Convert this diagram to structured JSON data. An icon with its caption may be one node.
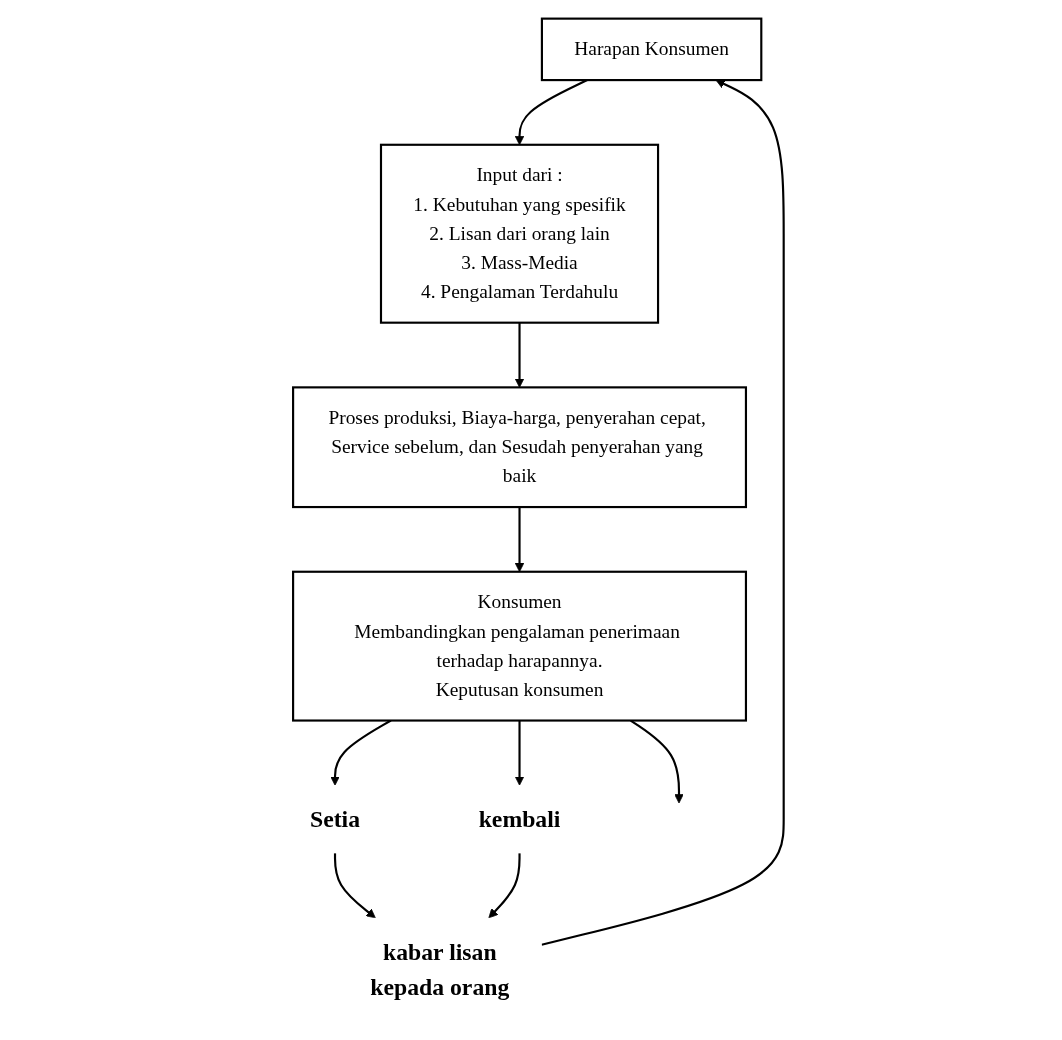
{
  "diagram": {
    "nodes": [
      {
        "text": [
          "Harapan Konsumen"
        ]
      },
      {
        "text": [
          "Input dari :",
          "1. Kebutuhan yang spesifik",
          "2. Lisan dari orang lain",
          "3. Mass-Media",
          "4. Pengalaman Terdahulu"
        ]
      },
      {
        "text": [
          "Proses produksi, Biaya-harga, penyerahan cepat, Service sebelum, dan Sesudah penyerahan yang baik"
        ]
      },
      {
        "text": [
          "Konsumen",
          "Membandingkan pengalaman penerimaan terhadap harapannya.",
          "Keputusan konsumen"
        ]
      },
      {
        "text": [
          "Setia"
        ]
      },
      {
        "text": [
          "kembali"
        ]
      },
      {
        "text": [
          "kabar lisan",
          "kepada orang"
        ]
      }
    ],
    "edges": [
      {
        "from": 0,
        "to": 1,
        "arrow": "to"
      },
      {
        "from": 1,
        "to": 2,
        "arrow": "to"
      },
      {
        "from": 2,
        "to": 3,
        "arrow": "to"
      },
      {
        "from": 3,
        "to": 4,
        "arrow": "to"
      },
      {
        "from": 3,
        "to": null,
        "arrow": "to"
      },
      {
        "from": 3,
        "to": 5,
        "arrow": "to"
      },
      {
        "from": 4,
        "to": 6,
        "arrow": "to"
      },
      {
        "from": 5,
        "to": 6,
        "arrow": "to"
      },
      {
        "from": 6,
        "to": 0,
        "arrow": "to"
      }
    ]
  }
}
